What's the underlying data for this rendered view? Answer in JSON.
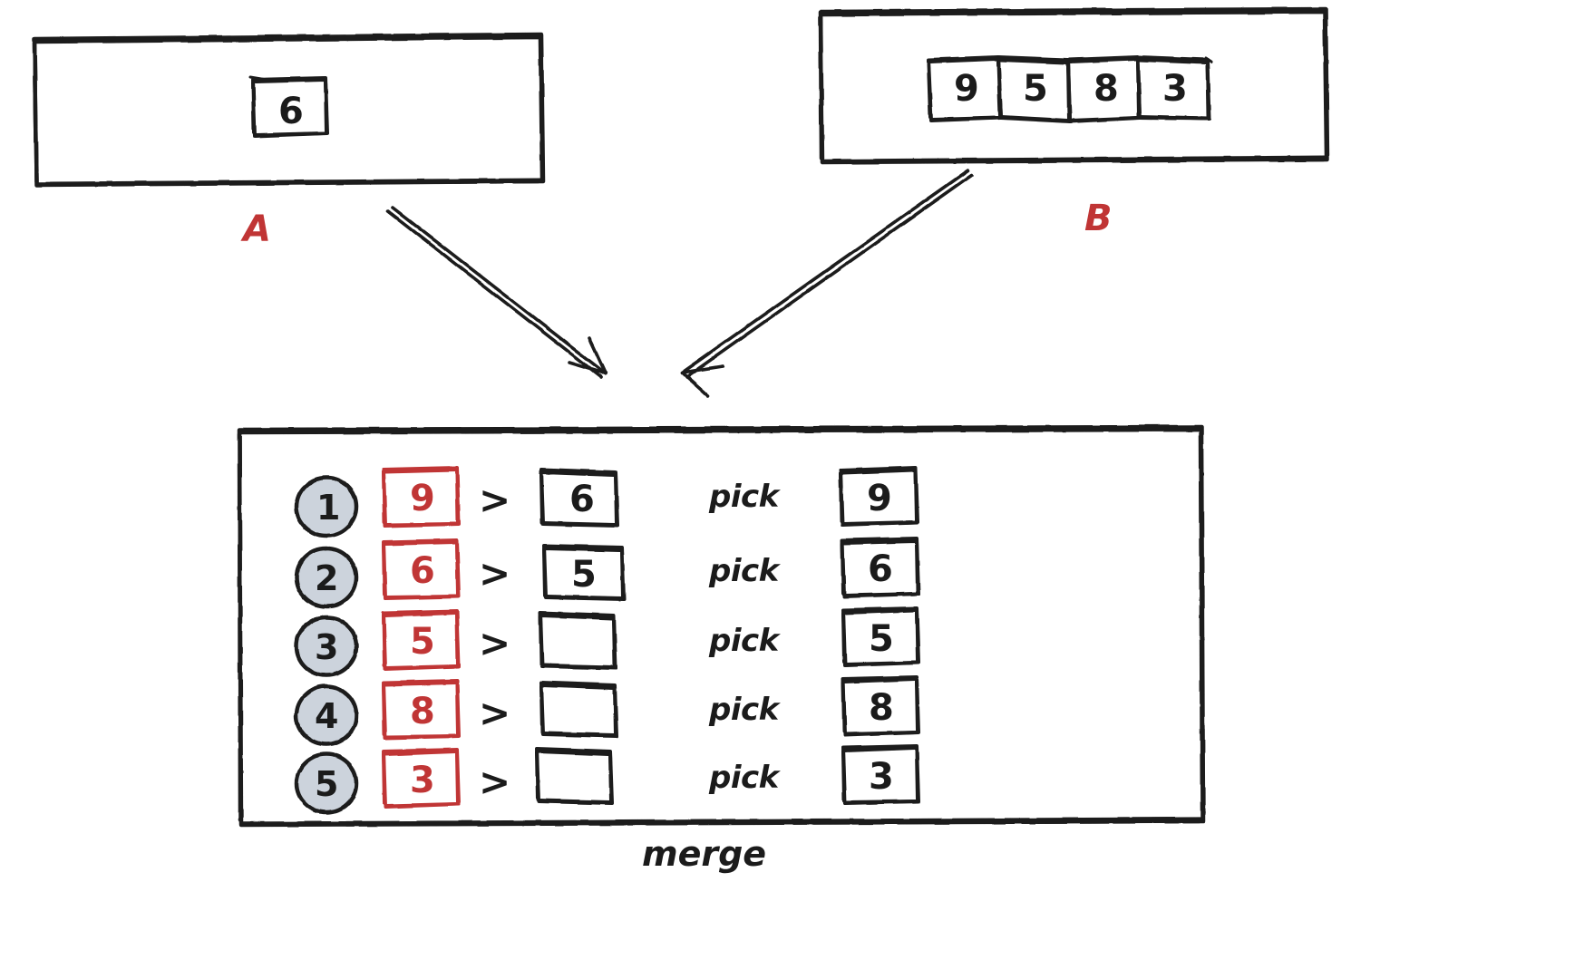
{
  "diagram": {
    "title_caption": "merge",
    "colors": {
      "ink": "#1b1b1b",
      "accent_red": "#c03535",
      "badge_fill": "#ccd3dc",
      "background": "#ffffff"
    },
    "arrays": {
      "a": {
        "label": "A",
        "values": [
          "6"
        ]
      },
      "b": {
        "label": "B",
        "values": [
          "9",
          "5",
          "8",
          "3"
        ]
      }
    },
    "merge_table": {
      "caption": "merge",
      "comparison_operator": ">",
      "action_label": "pick",
      "rows": [
        {
          "step": "1",
          "left": "9",
          "op": ">",
          "right": "6",
          "action": "pick",
          "result": "9"
        },
        {
          "step": "2",
          "left": "6",
          "op": ">",
          "right": "5",
          "action": "pick",
          "result": "6"
        },
        {
          "step": "3",
          "left": "5",
          "op": ">",
          "right": "",
          "action": "pick",
          "result": "5"
        },
        {
          "step": "4",
          "left": "8",
          "op": ">",
          "right": "",
          "action": "pick",
          "result": "8"
        },
        {
          "step": "5",
          "left": "3",
          "op": ">",
          "right": "",
          "action": "pick",
          "result": "3"
        }
      ]
    },
    "arrows": [
      {
        "from": "A",
        "to": "merge"
      },
      {
        "from": "B",
        "to": "merge"
      }
    ]
  }
}
